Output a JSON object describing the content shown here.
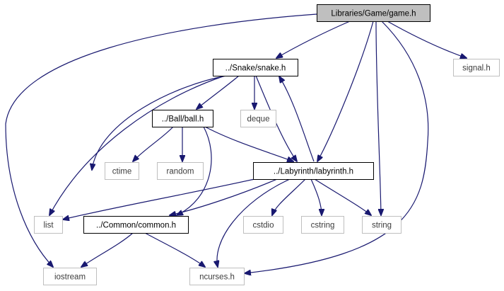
{
  "graph": {
    "colors": {
      "edge": "#191970",
      "node_border_dark": "#000000",
      "node_border_light": "#bfbfbf",
      "root_fill": "#bfbfbf",
      "node_fill": "#ffffff",
      "label_dark": "#000000",
      "label_light": "#3c3c3c"
    },
    "nodes": [
      {
        "id": "game",
        "label": "Libraries/Game/game.h",
        "kind": "root"
      },
      {
        "id": "snake",
        "label": "../Snake/snake.h",
        "kind": "file"
      },
      {
        "id": "signal",
        "label": "signal.h",
        "kind": "system"
      },
      {
        "id": "ball",
        "label": "../Ball/ball.h",
        "kind": "file"
      },
      {
        "id": "deque",
        "label": "deque",
        "kind": "system"
      },
      {
        "id": "ctime",
        "label": "ctime",
        "kind": "system"
      },
      {
        "id": "random",
        "label": "random",
        "kind": "system"
      },
      {
        "id": "labyrinth",
        "label": "../Labyrinth/labyrinth.h",
        "kind": "file"
      },
      {
        "id": "list",
        "label": "list",
        "kind": "system"
      },
      {
        "id": "common",
        "label": "../Common/common.h",
        "kind": "file"
      },
      {
        "id": "cstdio",
        "label": "cstdio",
        "kind": "system"
      },
      {
        "id": "cstring",
        "label": "cstring",
        "kind": "system"
      },
      {
        "id": "string",
        "label": "string",
        "kind": "system"
      },
      {
        "id": "iostream",
        "label": "iostream",
        "kind": "system"
      },
      {
        "id": "ncurses",
        "label": "ncurses.h",
        "kind": "system"
      }
    ],
    "edges": [
      {
        "from": "game",
        "to": "snake"
      },
      {
        "from": "game",
        "to": "signal"
      },
      {
        "from": "game",
        "to": "labyrinth"
      },
      {
        "from": "game",
        "to": "string"
      },
      {
        "from": "game",
        "to": "ncurses"
      },
      {
        "from": "game",
        "to": "iostream"
      },
      {
        "from": "snake",
        "to": "ball"
      },
      {
        "from": "snake",
        "to": "deque"
      },
      {
        "from": "snake",
        "to": "labyrinth"
      },
      {
        "from": "snake",
        "to": "list"
      },
      {
        "from": "snake",
        "to": "common"
      },
      {
        "from": "ball",
        "to": "ctime"
      },
      {
        "from": "ball",
        "to": "random"
      },
      {
        "from": "ball",
        "to": "labyrinth"
      },
      {
        "from": "ball",
        "to": "common"
      },
      {
        "from": "labyrinth",
        "to": "snake"
      },
      {
        "from": "labyrinth",
        "to": "list"
      },
      {
        "from": "labyrinth",
        "to": "common"
      },
      {
        "from": "labyrinth",
        "to": "cstdio"
      },
      {
        "from": "labyrinth",
        "to": "cstring"
      },
      {
        "from": "labyrinth",
        "to": "string"
      },
      {
        "from": "labyrinth",
        "to": "ncurses"
      },
      {
        "from": "common",
        "to": "iostream"
      },
      {
        "from": "common",
        "to": "ncurses"
      }
    ]
  }
}
